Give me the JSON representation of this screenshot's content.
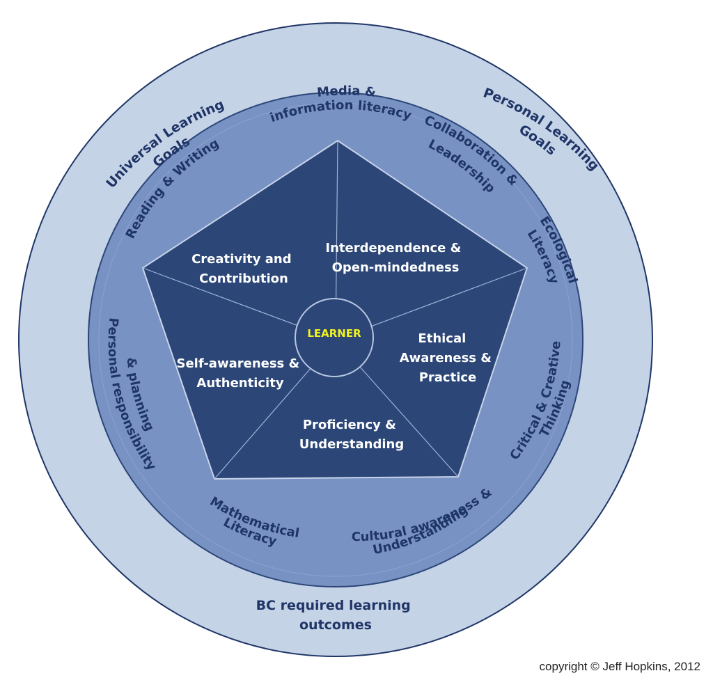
{
  "outer_ring": {
    "left_goal": [
      "Universal Learning",
      "Goals"
    ],
    "right_goal": [
      "Personal Learning",
      "Goals"
    ],
    "bottom": [
      "BC required learning",
      "outcomes"
    ]
  },
  "middle_ring": {
    "media": [
      "Media &",
      "information literacy"
    ],
    "collaboration": [
      "Collaboration &",
      "Leadership"
    ],
    "ecological": [
      "Ecological",
      "Literacy"
    ],
    "critical": [
      "Critical & Creative",
      "Thinking"
    ],
    "cultural": [
      "Cultural awareness &",
      "Understanding"
    ],
    "mathematical": [
      "Mathematical",
      "Literacy"
    ],
    "personal": [
      "Personal responsibility",
      "& planning"
    ],
    "reading": [
      "Reading & Writing"
    ]
  },
  "pentagon": {
    "creativity": [
      "Creativity and",
      "Contribution"
    ],
    "interdependence": [
      "Interdependence &",
      "Open-mindedness"
    ],
    "ethical": [
      "Ethical",
      "Awareness &",
      "Practice"
    ],
    "proficiency": [
      "Proficiency &",
      "Understanding"
    ],
    "self": [
      "Self-awareness &",
      "Authenticity"
    ]
  },
  "center": {
    "label": "LEARNER"
  },
  "copyright": "copyright © Jeff Hopkins, 2012",
  "colors": {
    "outer": "#c5d3e7",
    "middle": "#7892c3",
    "pentagon": "#2b4677",
    "dark_text": "#1f3566",
    "center_text": "#f2f21e"
  }
}
